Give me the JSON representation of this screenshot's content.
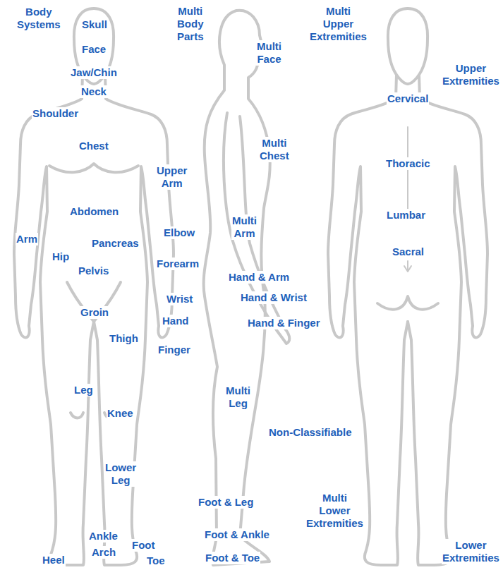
{
  "diagram": {
    "labels": [
      "Body Systems",
      "Skull",
      "Multi Body Parts",
      "Multi Upper Extremities",
      "Face",
      "Multi Face",
      "Upper Extremities",
      "Jaw/Chin",
      "Neck",
      "Cervical",
      "Shoulder",
      "Chest",
      "Multi Chest",
      "Thoracic",
      "Upper Arm",
      "Abdomen",
      "Lumbar",
      "Multi Arm",
      "Elbow",
      "Arm",
      "Pancreas",
      "Sacral",
      "Hip",
      "Forearm",
      "Pelvis",
      "Hand & Arm",
      "Hand & Wrist",
      "Wrist",
      "Groin",
      "Hand",
      "Hand & Finger",
      "Thigh",
      "Finger",
      "Leg",
      "Multi Leg",
      "Knee",
      "Non-Classifiable",
      "Lower Leg",
      "Foot & Leg",
      "Multi Lower Extremities",
      "Foot & Ankle",
      "Ankle",
      "Foot",
      "Lower Extremities",
      "Arch",
      "Heel",
      "Toe",
      "Foot & Toe"
    ]
  }
}
